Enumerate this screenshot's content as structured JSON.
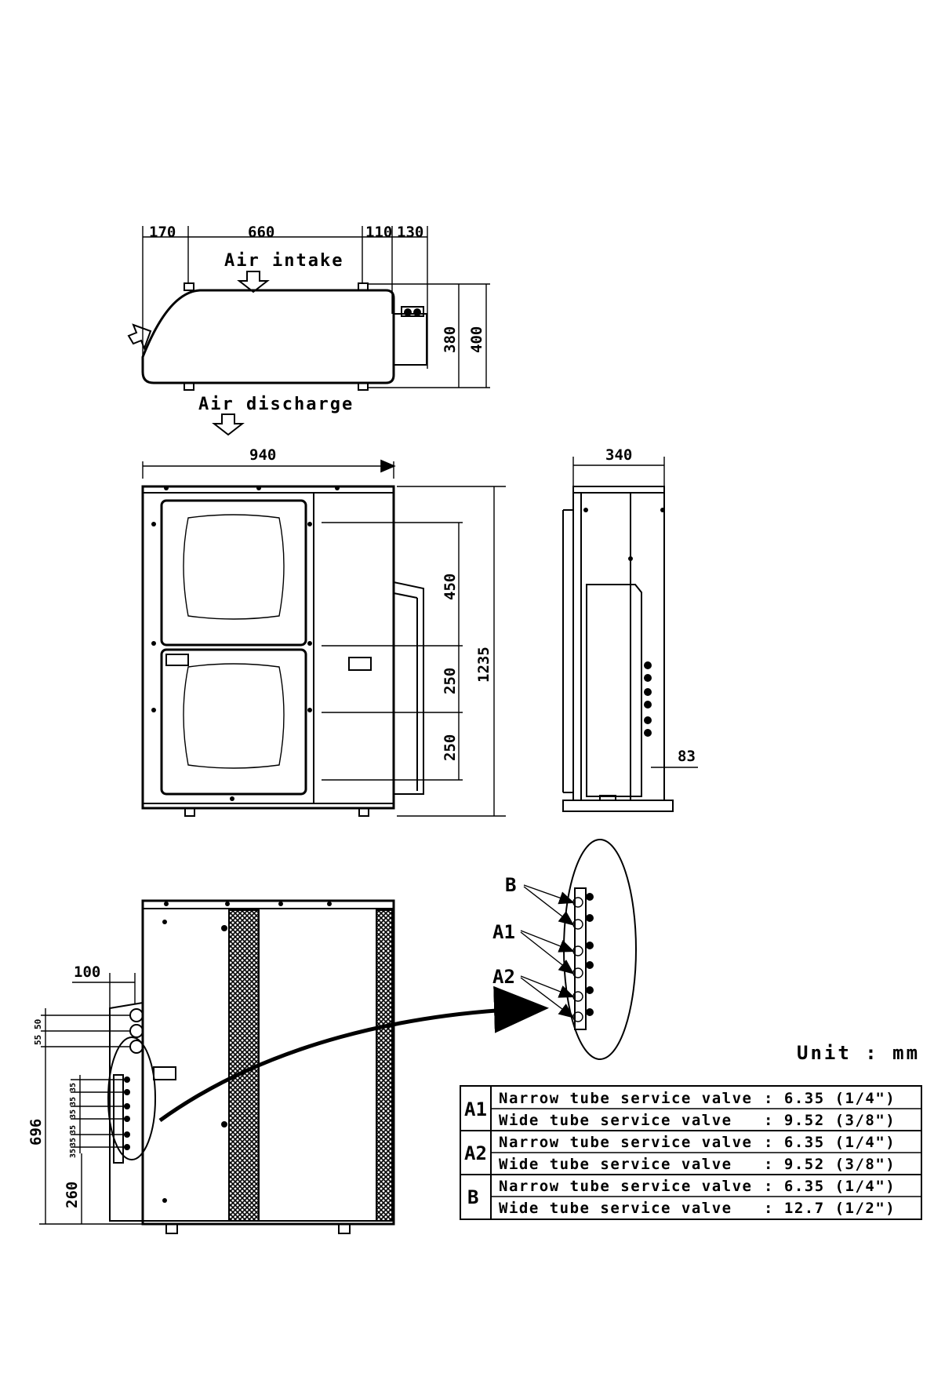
{
  "top_view": {
    "dims_top": [
      "170",
      "660",
      "110",
      "130"
    ],
    "dims_right": [
      "380",
      "400"
    ],
    "air_intake": "Air intake",
    "air_discharge": "Air discharge"
  },
  "front_view": {
    "width": "940",
    "height": "1235",
    "vertical_dims": [
      "450",
      "250",
      "250"
    ]
  },
  "side_view": {
    "width": "340",
    "offset": "83"
  },
  "rear_view": {
    "dim_100": "100",
    "dims_small": [
      "50",
      "55"
    ],
    "dim_696": "696",
    "dim_260": "260",
    "dims_stack": [
      "35",
      "35",
      "35",
      "35",
      "35",
      "35"
    ]
  },
  "detail_labels": [
    "B",
    "A1",
    "A2"
  ],
  "unit_text": "Unit : mm",
  "spec_table": [
    {
      "key": "A1",
      "rows": [
        {
          "name": "Narrow tube service valve",
          "value": ": 6.35 (1/4\")"
        },
        {
          "name": "Wide tube service valve",
          "value": ": 9.52 (3/8\")"
        }
      ]
    },
    {
      "key": "A2",
      "rows": [
        {
          "name": "Narrow tube service valve",
          "value": ": 6.35 (1/4\")"
        },
        {
          "name": "Wide tube service valve",
          "value": ": 9.52 (3/8\")"
        }
      ]
    },
    {
      "key": "B",
      "rows": [
        {
          "name": "Narrow tube service valve",
          "value": ": 6.35 (1/4\")"
        },
        {
          "name": "Wide tube service valve",
          "value": ": 12.7 (1/2\")"
        }
      ]
    }
  ],
  "colors": {
    "line": "#000000",
    "background": "#ffffff"
  }
}
